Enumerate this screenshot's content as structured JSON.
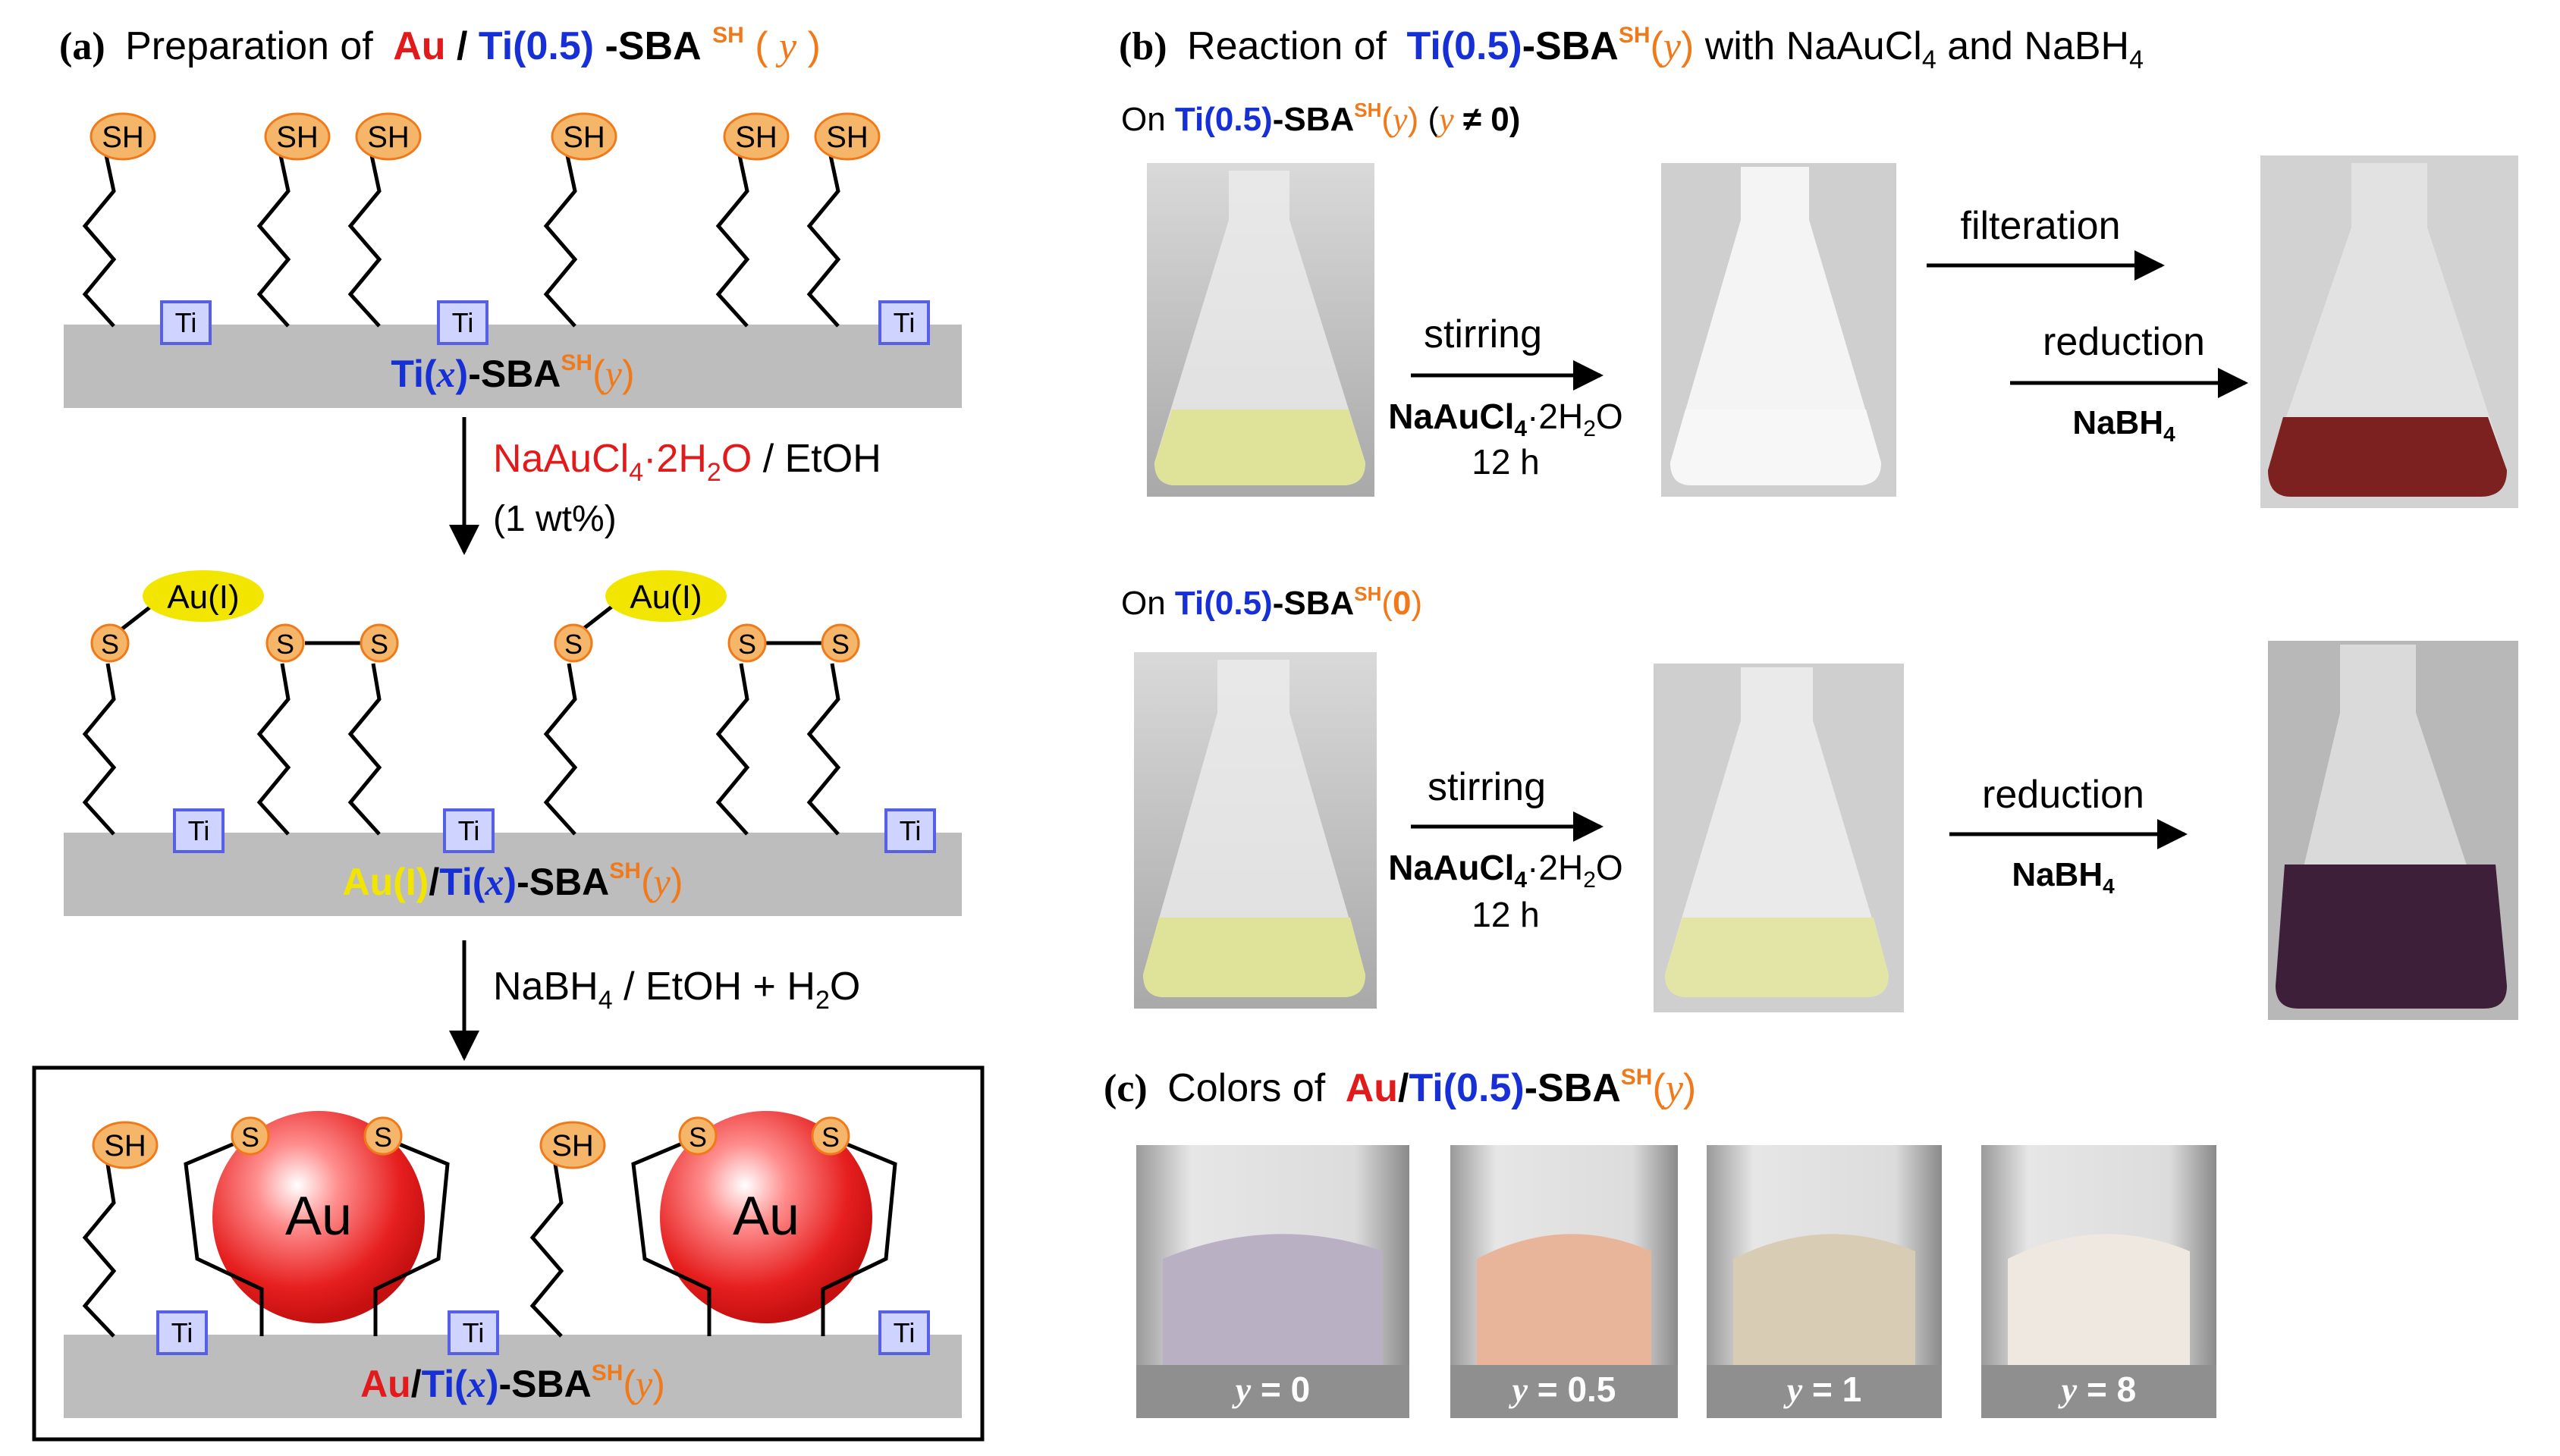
{
  "colors": {
    "red": "#e11b1b",
    "blue": "#1730d6",
    "orange": "#f07a1a",
    "yellow": "#f2e600",
    "surface": "#bdbdbd",
    "ti_fill": "#cfd3ff",
    "ti_stroke": "#5560e6",
    "sh_fill": "#f5b66a",
    "au_fill": "#e61e1e"
  },
  "panel_a": {
    "title_letter": "(a)",
    "title_text": "Preparation of",
    "step1_surface": {
      "ti": "Ti(",
      "x": "x",
      "close": ")",
      "sba": "-SBA",
      "sh": "SH",
      "y_open": "(",
      "y": "y",
      "y_close": ")"
    },
    "reagent1": {
      "formula": "NaAuCl",
      "sub4": "4",
      "dot": "·2H",
      "sub2": "2",
      "o": "O",
      "solvent": " / EtOH",
      "wt": "(1 wt%)"
    },
    "step2_surface": {
      "au": "Au(I)",
      "slash": "/",
      "ti": "Ti(",
      "x": "x",
      "close": ")",
      "sba": "-SBA",
      "sh": "SH",
      "y_open": "(",
      "y": "y",
      "y_close": ")"
    },
    "reagent2": {
      "a": "NaBH",
      "sub4": "4",
      "b": " / EtOH + H",
      "sub2": "2",
      "c": "O"
    },
    "step3_surface": {
      "au": "Au",
      "slash": "/",
      "ti": "Ti(",
      "x": "x",
      "close": ")",
      "sba": "-SBA",
      "sh": "SH",
      "y_open": "(",
      "y": "y",
      "y_close": ")"
    },
    "labels": {
      "sh": "SH",
      "s": "S",
      "ti": "Ti",
      "au1": "Au(I)",
      "au": "Au"
    },
    "title_formula": {
      "au": "Au",
      "slash": "/",
      "ti": "Ti(0.5)",
      "sba": "-SBA",
      "sh": "SH",
      "y_open": "(",
      "y": "y",
      "y_close": ")"
    }
  },
  "panel_b": {
    "title_letter": "(b)",
    "title_text": "Reaction of",
    "title_formula": {
      "ti": "Ti(0.5)",
      "sba": "-SBA",
      "sh": "SH",
      "y_open": "(",
      "y": "y",
      "y_close": ")"
    },
    "title_tail": " with NaAuCl",
    "title_sub4": "4",
    "title_tail2": " and NaBH",
    "title_sub4b": "4",
    "row1": {
      "on": "On ",
      "ti": "Ti(0.5)",
      "sba": "-SBA",
      "sh": "SH",
      "y_open": "(",
      "y": "y",
      "y_close": ")",
      "cond_open": " (",
      "cond_y": "y",
      "cond": " ≠ 0)"
    },
    "row2": {
      "on": "On ",
      "ti": "Ti(0.5)",
      "sba": "-SBA",
      "sh": "SH",
      "y_open": "(",
      "zero": "0",
      "y_close": ")"
    },
    "stirring": "stirring",
    "reagent": {
      "a": "NaAuCl",
      "sub4": "4",
      "b": "·2H",
      "sub2": "2",
      "c": "O"
    },
    "time": "12 h",
    "filteration": "filteration",
    "reduction": "reduction",
    "nabh": "NaBH",
    "nabh_sub": "4"
  },
  "panel_c": {
    "title_letter": "(c)",
    "title_text": "Colors of",
    "title_formula": {
      "au": "Au",
      "slash": "/",
      "ti": "Ti(0.5)",
      "sba": "-SBA",
      "sh": "SH",
      "y_open": "(",
      "y": "y",
      "y_close": ")"
    },
    "samples": [
      {
        "label_y": "y",
        "label_val": " = 0",
        "powder": "#b9b0c4"
      },
      {
        "label_y": "y",
        "label_val": " = 0.5",
        "powder": "#e8b59a"
      },
      {
        "label_y": "y",
        "label_val": " = 1",
        "powder": "#d8cdb4"
      },
      {
        "label_y": "y",
        "label_val": " = 8",
        "powder": "#efe8e0"
      }
    ]
  }
}
